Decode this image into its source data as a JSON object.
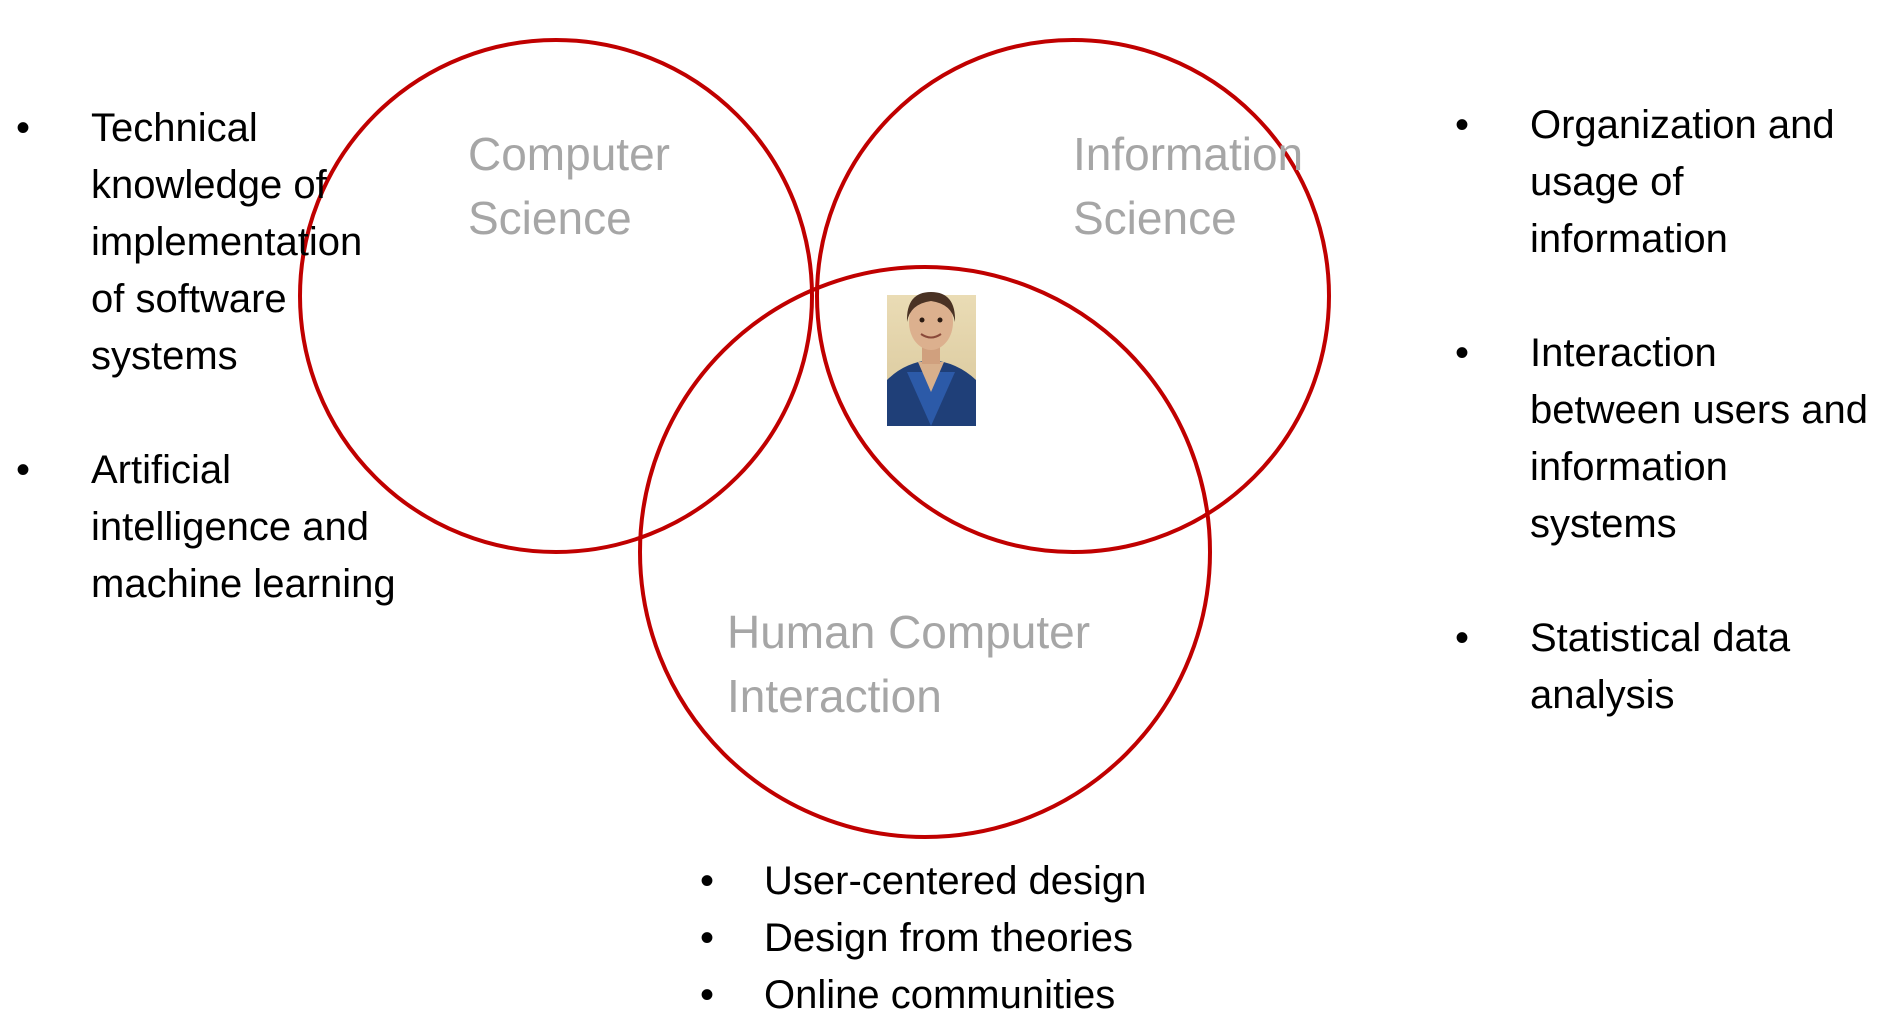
{
  "colors": {
    "circle_stroke": "#c00000",
    "intersection_fill": "#6b1a1a",
    "circle_label": "#a6a6a6",
    "text": "#000000"
  },
  "circles": {
    "computer_science": {
      "label": "Computer\nScience"
    },
    "information_science": {
      "label": "Information\nScience"
    },
    "hci": {
      "label": "Human Computer\nInteraction"
    }
  },
  "intersection": {
    "image": "person-photo"
  },
  "lists": {
    "computer_science": [
      "Technical\nknowledge of\nimplementation\nof software\nsystems",
      "Artificial\nintelligence and\nmachine learning"
    ],
    "information_science": [
      "Organization and\nusage of\ninformation",
      "Interaction\nbetween users and\ninformation\nsystems",
      "Statistical data\nanalysis"
    ],
    "hci": [
      "User-centered design",
      "Design from theories",
      "Online communities"
    ]
  }
}
